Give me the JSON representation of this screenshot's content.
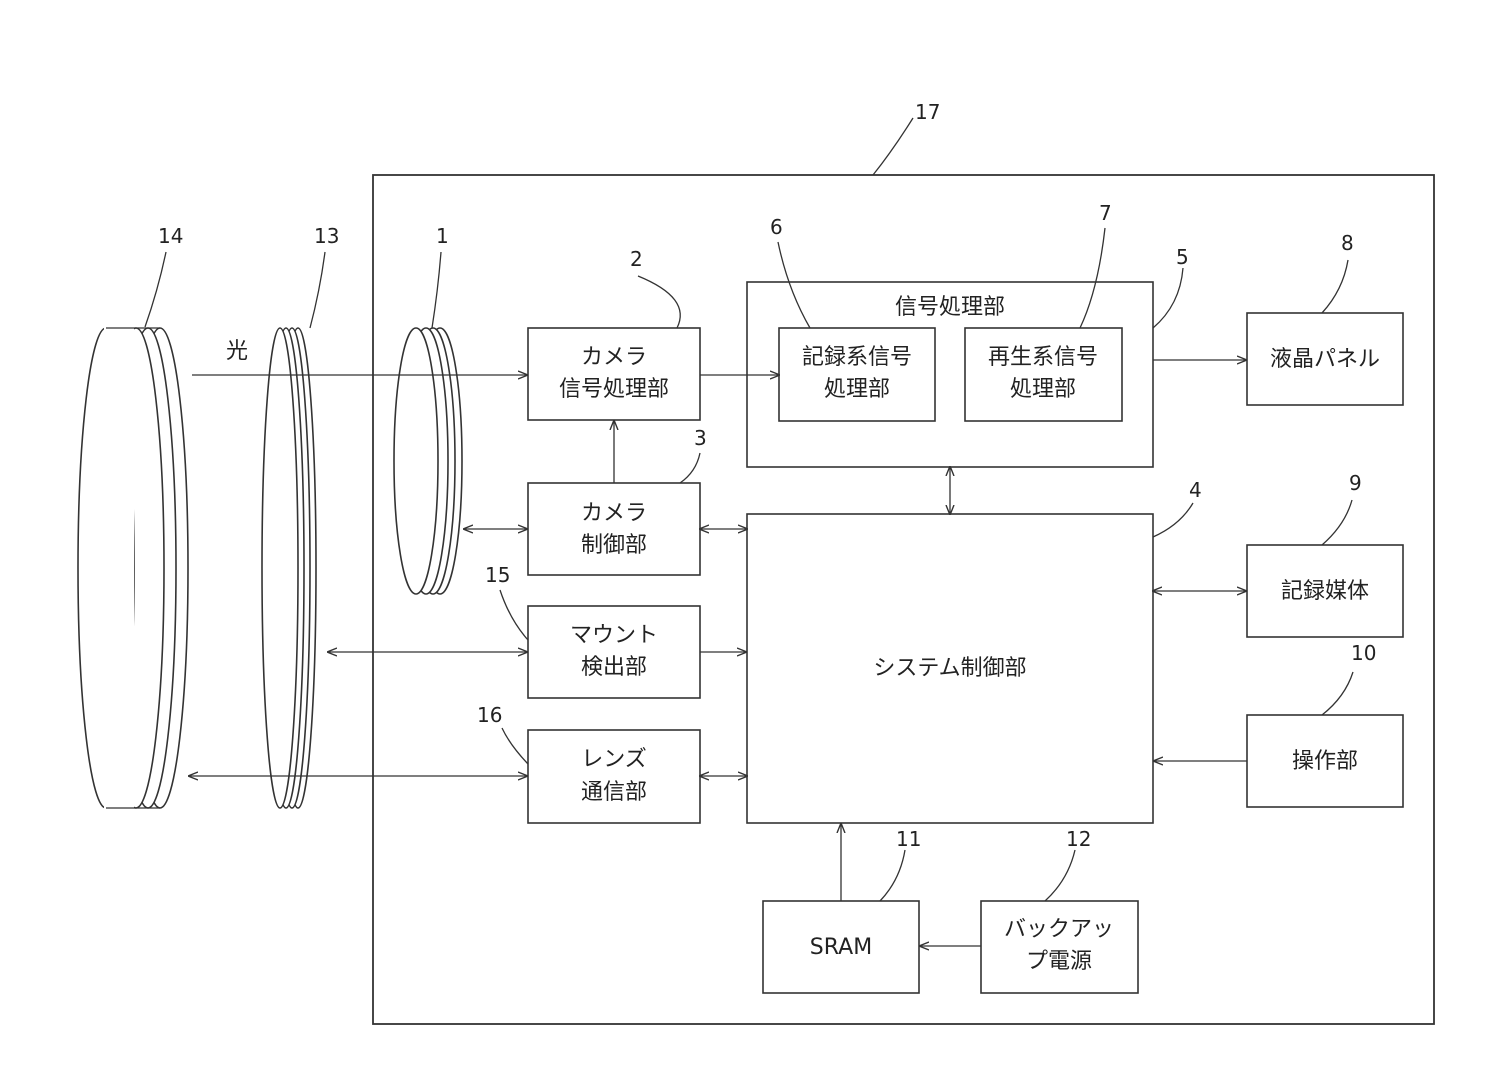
{
  "light_label": "光",
  "refs": {
    "r1": "1",
    "r2": "2",
    "r3": "3",
    "r4": "4",
    "r5": "5",
    "r6": "6",
    "r7": "7",
    "r8": "8",
    "r9": "9",
    "r10": "10",
    "r11": "11",
    "r12": "12",
    "r13": "13",
    "r14": "14",
    "r15": "15",
    "r16": "16",
    "r17": "17"
  },
  "blocks": {
    "camera_signal": [
      "カメラ",
      "信号処理部"
    ],
    "signal_processing": "信号処理部",
    "recording_signal": [
      "記録系信号",
      "処理部"
    ],
    "playback_signal": [
      "再生系信号",
      "処理部"
    ],
    "lcd_panel": "液晶パネル",
    "camera_control": [
      "カメラ",
      "制御部"
    ],
    "system_control": "システム制御部",
    "recording_medium": "記録媒体",
    "mount_detect": [
      "マウント",
      "検出部"
    ],
    "lens_comm": [
      "レンズ",
      "通信部"
    ],
    "operation": "操作部",
    "sram": "SRAM",
    "backup_power": [
      "バックアッ",
      "プ電源"
    ]
  }
}
